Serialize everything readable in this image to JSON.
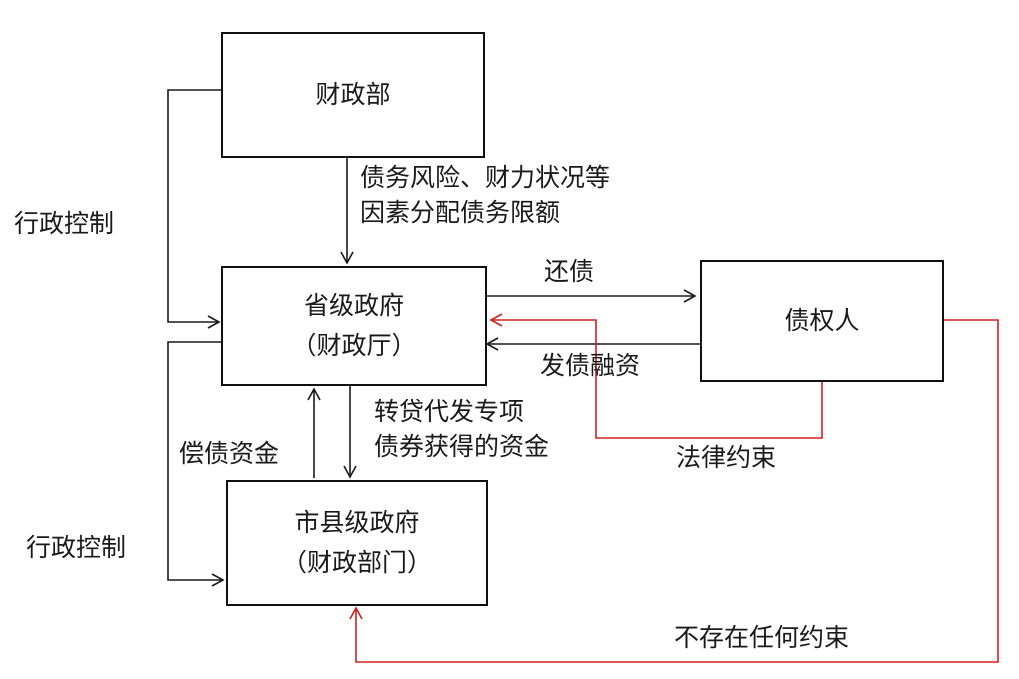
{
  "nodes": {
    "ministry": {
      "line1": "财政部"
    },
    "province": {
      "line1": "省级政府",
      "line2": "（财政厅）"
    },
    "creditor": {
      "line1": "债权人"
    },
    "city": {
      "line1": "市县级政府",
      "line2": "（财政部门）"
    }
  },
  "labels": {
    "admin_control_top": "行政控制",
    "admin_control_bottom": "行政控制",
    "quota_line1": "债务风险、财力状况等",
    "quota_line2": "因素分配债务限额",
    "repay": "还债",
    "issue": "发债融资",
    "onlend_line1": "转贷代发专项",
    "onlend_line2": "债券获得的资金",
    "repay_funds": "偿债资金",
    "legal_constraint": "法律约束",
    "no_constraint": "不存在任何约束"
  },
  "colors": {
    "line": "#1a1a1a",
    "constraint": "#d22020"
  }
}
